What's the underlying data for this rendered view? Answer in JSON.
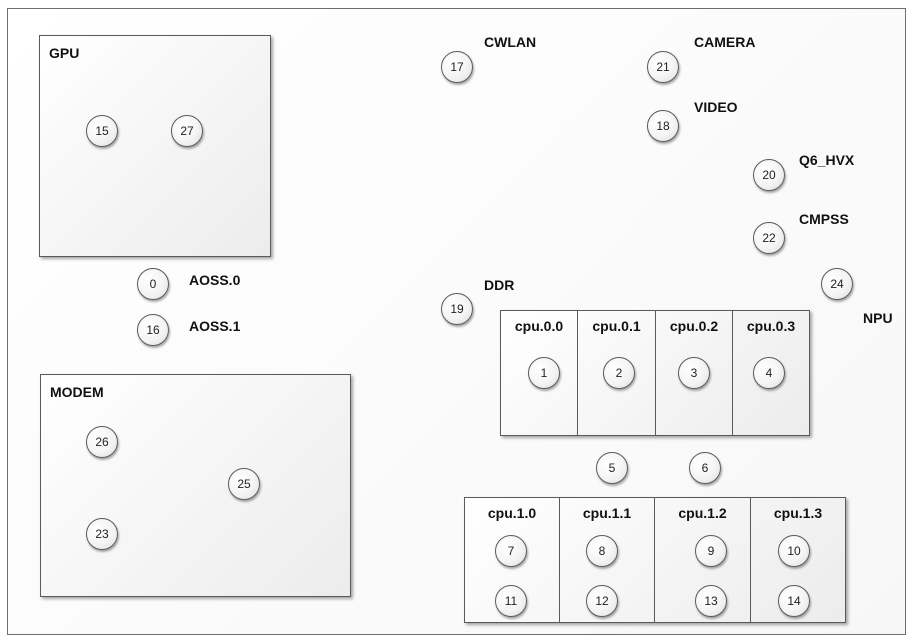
{
  "gpu": {
    "title": "GPU",
    "nodes": [
      "15",
      "27"
    ]
  },
  "modem": {
    "title": "MODEM",
    "nodes": [
      "26",
      "25",
      "23"
    ]
  },
  "aoss": {
    "n0": "0",
    "l0": "AOSS.0",
    "n1": "16",
    "l1": "AOSS.1"
  },
  "cwlan": {
    "node": "17",
    "label": "CWLAN"
  },
  "camera": {
    "node": "21",
    "label": "CAMERA"
  },
  "video": {
    "node": "18",
    "label": "VIDEO"
  },
  "q6hvx": {
    "node": "20",
    "label": "Q6_HVX"
  },
  "cmpss": {
    "node": "22",
    "label": "CMPSS"
  },
  "npu": {
    "node": "24",
    "label": "NPU"
  },
  "ddr": {
    "node": "19",
    "label": "DDR"
  },
  "cluster0": {
    "cells": [
      {
        "label": "cpu.0.0",
        "nodes": [
          "1"
        ]
      },
      {
        "label": "cpu.0.1",
        "nodes": [
          "2"
        ]
      },
      {
        "label": "cpu.0.2",
        "nodes": [
          "3"
        ]
      },
      {
        "label": "cpu.0.3",
        "nodes": [
          "4"
        ]
      }
    ]
  },
  "between": {
    "n5": "5",
    "n6": "6"
  },
  "cluster1": {
    "cells": [
      {
        "label": "cpu.1.0",
        "nodes": [
          "7",
          "11"
        ]
      },
      {
        "label": "cpu.1.1",
        "nodes": [
          "8",
          "12"
        ]
      },
      {
        "label": "cpu.1.2",
        "nodes": [
          "9",
          "13"
        ]
      },
      {
        "label": "cpu.1.3",
        "nodes": [
          "10",
          "14"
        ]
      }
    ]
  }
}
